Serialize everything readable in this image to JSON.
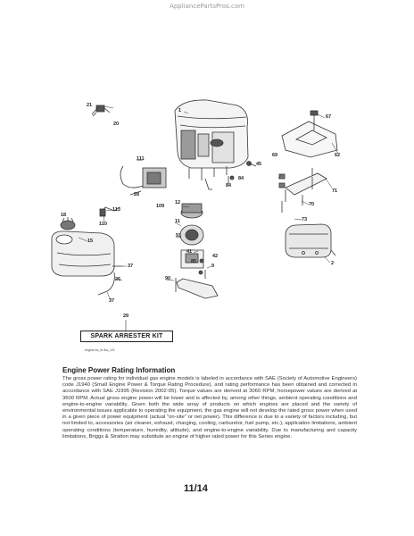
{
  "site_watermark": "AppliancePartsPros.com",
  "callouts": [
    {
      "id": "c21",
      "label": "21"
    },
    {
      "id": "c20",
      "label": "20"
    },
    {
      "id": "c1",
      "label": "1"
    },
    {
      "id": "c67",
      "label": "67"
    },
    {
      "id": "c62",
      "label": "62"
    },
    {
      "id": "c45",
      "label": "45"
    },
    {
      "id": "c84a",
      "label": "84"
    },
    {
      "id": "c84b",
      "label": "84"
    },
    {
      "id": "c111",
      "label": "111"
    },
    {
      "id": "c28",
      "label": "28"
    },
    {
      "id": "c109",
      "label": "109"
    },
    {
      "id": "c12",
      "label": "12"
    },
    {
      "id": "c69",
      "label": "69"
    },
    {
      "id": "c71",
      "label": "71"
    },
    {
      "id": "c70",
      "label": "70"
    },
    {
      "id": "c73",
      "label": "73"
    },
    {
      "id": "c113",
      "label": "113"
    },
    {
      "id": "c18",
      "label": "18"
    },
    {
      "id": "c110",
      "label": "110"
    },
    {
      "id": "c11",
      "label": "11"
    },
    {
      "id": "c91",
      "label": "91"
    },
    {
      "id": "c15",
      "label": "15"
    },
    {
      "id": "c41",
      "label": "41"
    },
    {
      "id": "c42",
      "label": "42"
    },
    {
      "id": "c85",
      "label": "85"
    },
    {
      "id": "c2",
      "label": "2"
    },
    {
      "id": "c37a",
      "label": "37"
    },
    {
      "id": "c9",
      "label": "9"
    },
    {
      "id": "c26",
      "label": "26"
    },
    {
      "id": "c90",
      "label": "90"
    },
    {
      "id": "c37b",
      "label": "37"
    }
  ],
  "kit": {
    "number": "29",
    "label": "SPARK ARRESTER KIT"
  },
  "figure_id": "engine-bs_br-lbs_121",
  "heading": "Engine Power Rating Information",
  "body": "The gross power rating for individual gas engine models is labeled in accordance with SAE (Society of Automotive Engineers) code J1940 (Small Engine Power & Torque Rating Procedure), and rating performance has been obtained and corrected in accordance with SAE J1995 (Revision 2002-05). Torque values are derived at 3060 RPM; horsepower values are derived at 3600 RPM. Actual gross engine power will be lower and is affected by, among other things, ambient operating conditions and engine-to-engine variability. Given both the wide array of products on which engines are placed and the variety of environmental issues applicable to operating the equipment, the gas engine will not develop the rated gross power when used in a given piece of power equipment (actual \"on-site\" or net power). This difference is due to a variety of factors including, but not limited to, accessories (air cleaner, exhaust, charging, cooling, carburetor, fuel pump, etc.), application limitations, ambient operating conditions (temperature, humidity, altitude), and engine-to-engine variability. Due to manufacturing and capacity limitations, Briggs & Stratton may substitute an engine of higher rated power for this Series engine.",
  "page_number": "11/14"
}
